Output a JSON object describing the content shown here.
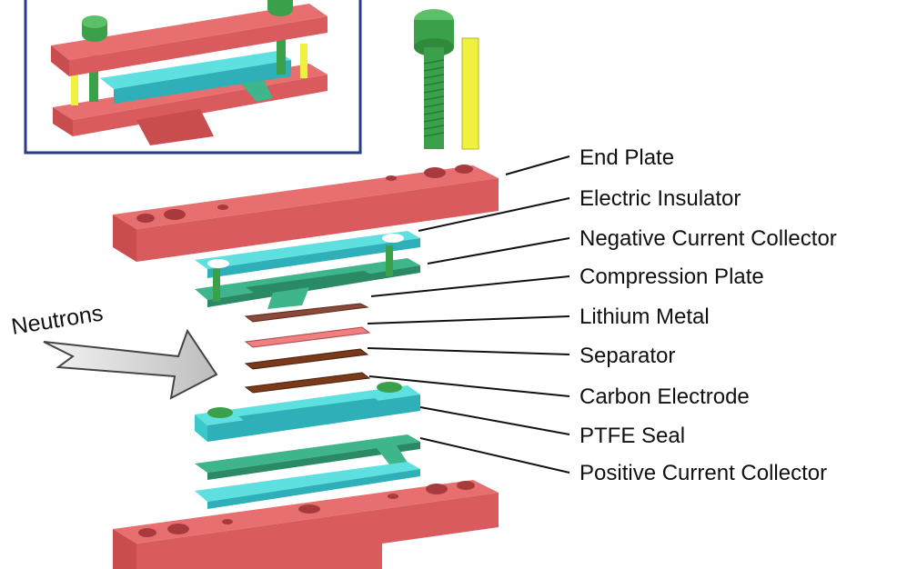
{
  "labels": [
    "End Plate",
    "Electric Insulator",
    "Negative Current Collector",
    "Compression Plate",
    "Lithium Metal",
    "Separator",
    "Carbon Electrode",
    "PTFE Seal",
    "Positive Current Collector"
  ],
  "arrow_label": "Neutrons",
  "colors": {
    "end_plate": "#e86f6f",
    "end_plate_dark": "#c94c4f",
    "insulator": "#5fe0e0",
    "insulator_dark": "#2fb0b8",
    "collector": "#3fb58c",
    "collector_dark": "#2a8a66",
    "bolt": "#3aa04a",
    "pin": "#f0f040",
    "lithium": "#8a4a3a",
    "separator": "#f08080",
    "carbon": "#7a3a1a",
    "inset_border": "#2a3a8a"
  }
}
